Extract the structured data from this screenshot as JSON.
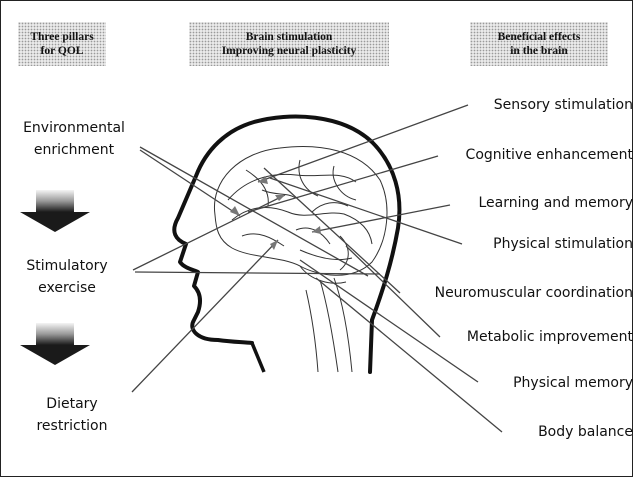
{
  "headers": {
    "pillars": [
      "Three pillars",
      "for QOL"
    ],
    "stimulation": [
      "Brain stimulation",
      "Improving neural plasticity"
    ],
    "effects": [
      "Beneficial effects",
      "in the brain"
    ]
  },
  "pillars": [
    [
      "Environmental",
      "enrichment"
    ],
    [
      "Stimulatory",
      "exercise"
    ],
    [
      "Dietary",
      "restriction"
    ]
  ],
  "effects": [
    "Sensory stimulation",
    "Cognitive enhancement",
    "Learning and memory",
    "Physical stimulation",
    "Neuromuscular coordination",
    "Metabolic improvement",
    "Physical memory",
    "Body balance"
  ]
}
